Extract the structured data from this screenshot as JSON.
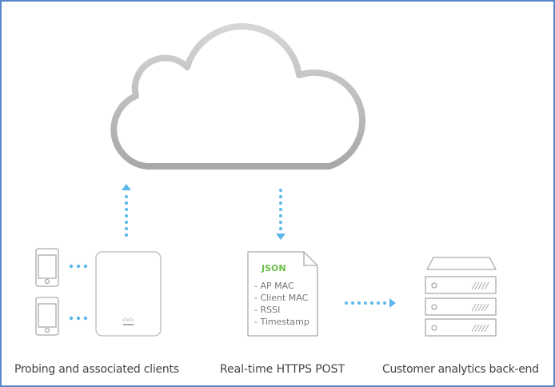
{
  "labels": {
    "clients": "Probing and associated clients",
    "post": "Real-time HTTPS POST",
    "backend": "Customer analytics back-end"
  },
  "json_doc": {
    "title": "JSON",
    "fields": [
      "- AP MAC",
      "- Client MAC",
      "- RSSI",
      "- Timestamp"
    ]
  },
  "colors": {
    "border": "#5b86c9",
    "arrow": "#5bb8ea",
    "json_title": "#6cc04a",
    "cloud": "#b0b0b0"
  },
  "icons": [
    "cloud-icon",
    "phone-icon",
    "access-point-icon",
    "document-icon",
    "server-icon"
  ]
}
